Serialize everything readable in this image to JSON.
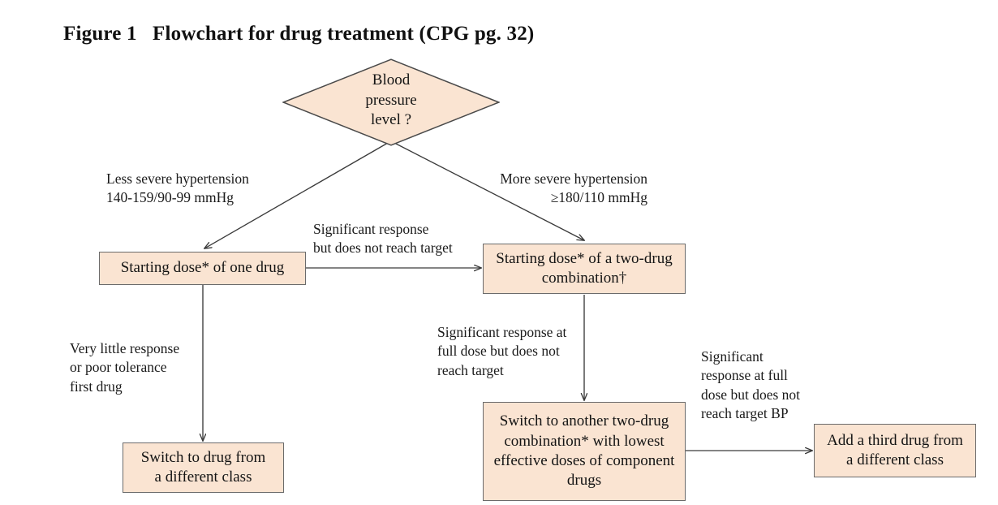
{
  "figure": {
    "title": "Figure 1   Flowchart for drug treatment (CPG pg. 32)"
  },
  "colors": {
    "node_fill": "#fae4d2",
    "node_border": "#6b6b6b",
    "arrow": "#3b3b3b",
    "text": "#141414",
    "background": "#ffffff"
  },
  "nodes": {
    "decision": {
      "shape": "diamond",
      "label": "Blood\npressure\nlevel ?",
      "line1": "Blood",
      "line2": "pressure",
      "line3": "level ?"
    },
    "one_drug": {
      "shape": "box",
      "label": "Starting  dose* of one drug"
    },
    "two_drug": {
      "shape": "box",
      "line1": "Starting  dose* of a two-drug",
      "line2": "combination†"
    },
    "switch_class": {
      "shape": "box",
      "line1": "Switch to drug from",
      "line2": "a different class"
    },
    "switch_combo": {
      "shape": "box",
      "line1": "Switch to another two-drug",
      "line2": "combination* with  lowest",
      "line3": "effective  doses of component",
      "line4": "drugs"
    },
    "third_drug": {
      "shape": "box",
      "line1": "Add a third drug from",
      "line2": "a different class"
    }
  },
  "edge_labels": {
    "less_severe": "Less severe hypertension\n140-159/90-99  mmHg",
    "more_severe": "More severe hypertension\n≥180/110  mmHg",
    "significant_response_target": "Significant  response\nbut does not reach target",
    "very_little_response": "Very little  response\nor poor tolerance\nfirst drug",
    "significant_full_dose": "Significant  response at\nfull  dose but does not\nreach target",
    "significant_full_dose_bp": "Significant\nresponse at full\ndose but does not\nreach target BP"
  },
  "edges": [
    {
      "name": "decision-to-one-drug",
      "from": "decision",
      "to": "one_drug",
      "label_key": "less_severe"
    },
    {
      "name": "decision-to-two-drug",
      "from": "decision",
      "to": "two_drug",
      "label_key": "more_severe"
    },
    {
      "name": "one-drug-to-two-drug",
      "from": "one_drug",
      "to": "two_drug",
      "label_key": "significant_response_target"
    },
    {
      "name": "one-drug-to-switch-class",
      "from": "one_drug",
      "to": "switch_class",
      "label_key": "very_little_response"
    },
    {
      "name": "two-drug-to-switch-combo",
      "from": "two_drug",
      "to": "switch_combo",
      "label_key": "significant_full_dose"
    },
    {
      "name": "switch-combo-to-third-drug",
      "from": "switch_combo",
      "to": "third_drug",
      "label_key": "significant_full_dose_bp"
    }
  ]
}
